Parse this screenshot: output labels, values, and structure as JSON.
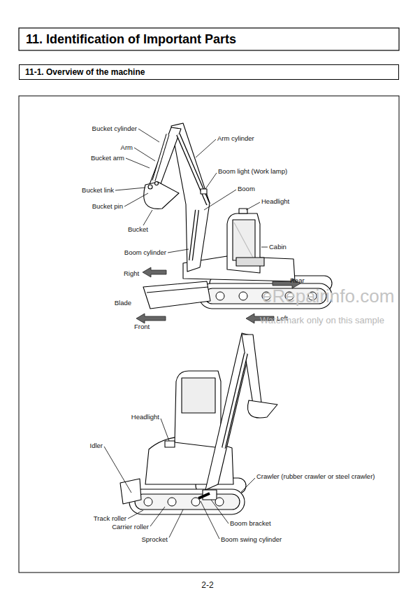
{
  "diagram": {
    "title": "11. Identification of Important Parts",
    "nodes": [
      {
        "text": [
          "11-1. Overview of the machine"
        ]
      }
    ],
    "labels": [
      "Bucket cylinder",
      "Arm",
      "Bucket arm",
      "Bucket link",
      "Bucket pin",
      "Bucket",
      "Arm cylinder",
      "Boom light (Work lamp)",
      "Boom",
      "Headlight",
      "Cabin",
      "Boom cylinder",
      "Right",
      "Rear",
      "Blade",
      "Front",
      "Left",
      "eRepairinfo.com",
      "Watermark only on this sample",
      "Headlight",
      "Idler",
      "Crawler (rubber crawler or steel crawler)",
      "Track roller",
      "Carrier roller",
      "Sprocket",
      "Boom bracket",
      "Boom swing cylinder",
      "2-2"
    ]
  }
}
